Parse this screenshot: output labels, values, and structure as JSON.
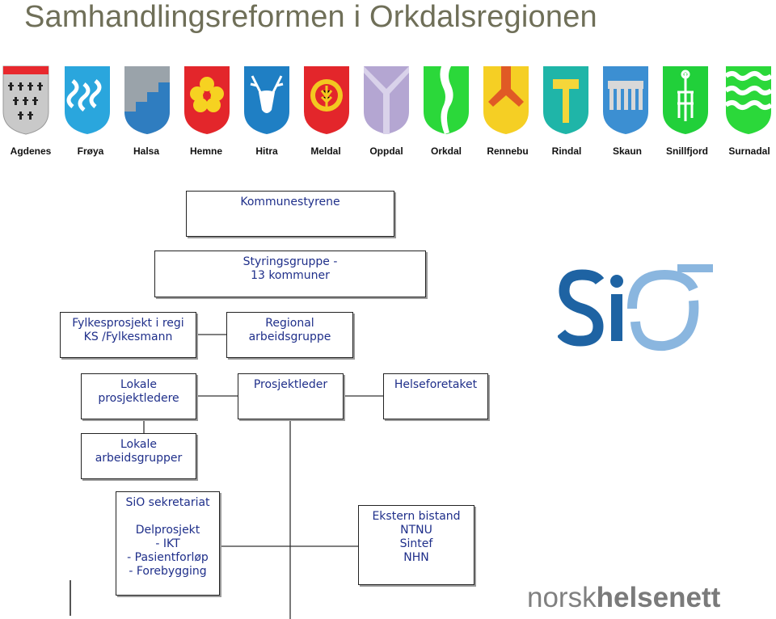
{
  "title": "Samhandlingsreformen i Orkdalsregionen",
  "municipalities": [
    {
      "name": "Agdenes",
      "icon": "crosses-shield-icon"
    },
    {
      "name": "Frøya",
      "icon": "waves-shield-icon"
    },
    {
      "name": "Halsa",
      "icon": "stairs-shield-icon"
    },
    {
      "name": "Hemne",
      "icon": "flower-shield-icon"
    },
    {
      "name": "Hitra",
      "icon": "deer-shield-icon"
    },
    {
      "name": "Meldal",
      "icon": "wheat-shield-icon"
    },
    {
      "name": "Oppdal",
      "icon": "chevron-shield-icon"
    },
    {
      "name": "Orkdal",
      "icon": "river-shield-icon"
    },
    {
      "name": "Rennebu",
      "icon": "fork-shield-icon"
    },
    {
      "name": "Rindal",
      "icon": "hammer-shield-icon"
    },
    {
      "name": "Skaun",
      "icon": "comb-shield-icon"
    },
    {
      "name": "Snillfjord",
      "icon": "tool-shield-icon"
    },
    {
      "name": "Surnadal",
      "icon": "wave-stripes-shield-icon"
    }
  ],
  "org": {
    "kommunestyrene": "Kommunestyrene",
    "styringsgruppe": [
      "Styringsgruppe -",
      "13 kommuner"
    ],
    "fylkesprosjekt": [
      "Fylkesprosjekt i regi",
      "KS /Fylkesmann"
    ],
    "regional": [
      "Regional",
      "arbeidsgruppe"
    ],
    "lokale_prosjektledere": [
      "Lokale",
      "prosjektledere"
    ],
    "prosjektleder": "Prosjektleder",
    "helseforetaket": "Helseforetaket",
    "lokale_arbeidsgrupper": [
      "Lokale",
      "arbeidsgrupper"
    ],
    "sio_sekretariat": [
      "SiO sekretariat",
      "",
      "Delprosjekt",
      "- IKT",
      "- Pasientforløp",
      "- Forebygging"
    ],
    "ekstern_bistand": [
      "Ekstern bistand",
      "NTNU",
      "Sintef",
      "NHN"
    ]
  },
  "logos": {
    "sio": "SiO",
    "norsk": "norsk",
    "helsenett": "helsenett"
  },
  "colors": {
    "title": "#6f6f58",
    "box_text": "#1f2f8a",
    "sio_dark": "#1e63a3",
    "sio_light": "#8ab6df"
  }
}
